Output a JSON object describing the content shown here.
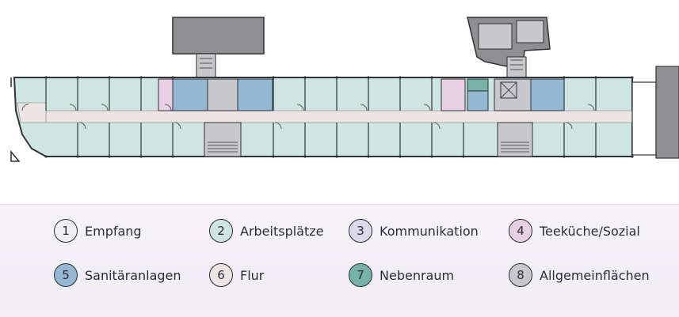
{
  "legend": {
    "items": [
      {
        "number": "1",
        "label": "Empfang",
        "color": "#f1eef2"
      },
      {
        "number": "2",
        "label": "Arbeitsplätze",
        "color": "#cfe6e0"
      },
      {
        "number": "3",
        "label": "Kommunikation",
        "color": "#dcd9e8"
      },
      {
        "number": "4",
        "label": "Teeküche/Sozial",
        "color": "#e9cfe4"
      },
      {
        "number": "5",
        "label": "Sanitäranlagen",
        "color": "#95b7d2"
      },
      {
        "number": "6",
        "label": "Flur",
        "color": "#ede5e3"
      },
      {
        "number": "7",
        "label": "Nebenraum",
        "color": "#76b2a6"
      },
      {
        "number": "8",
        "label": "Allgemeinflächen",
        "color": "#c8c8cc"
      }
    ]
  },
  "plan_colors": {
    "office": "#cfe6e0",
    "corridor": "#ede5e3",
    "kitchen": "#e9cfe4",
    "sanitary": "#95b7d2",
    "service": "#76b2a6",
    "general": "#c8c8cc",
    "annex": "#8f8f91",
    "wall": "#2f3236"
  }
}
